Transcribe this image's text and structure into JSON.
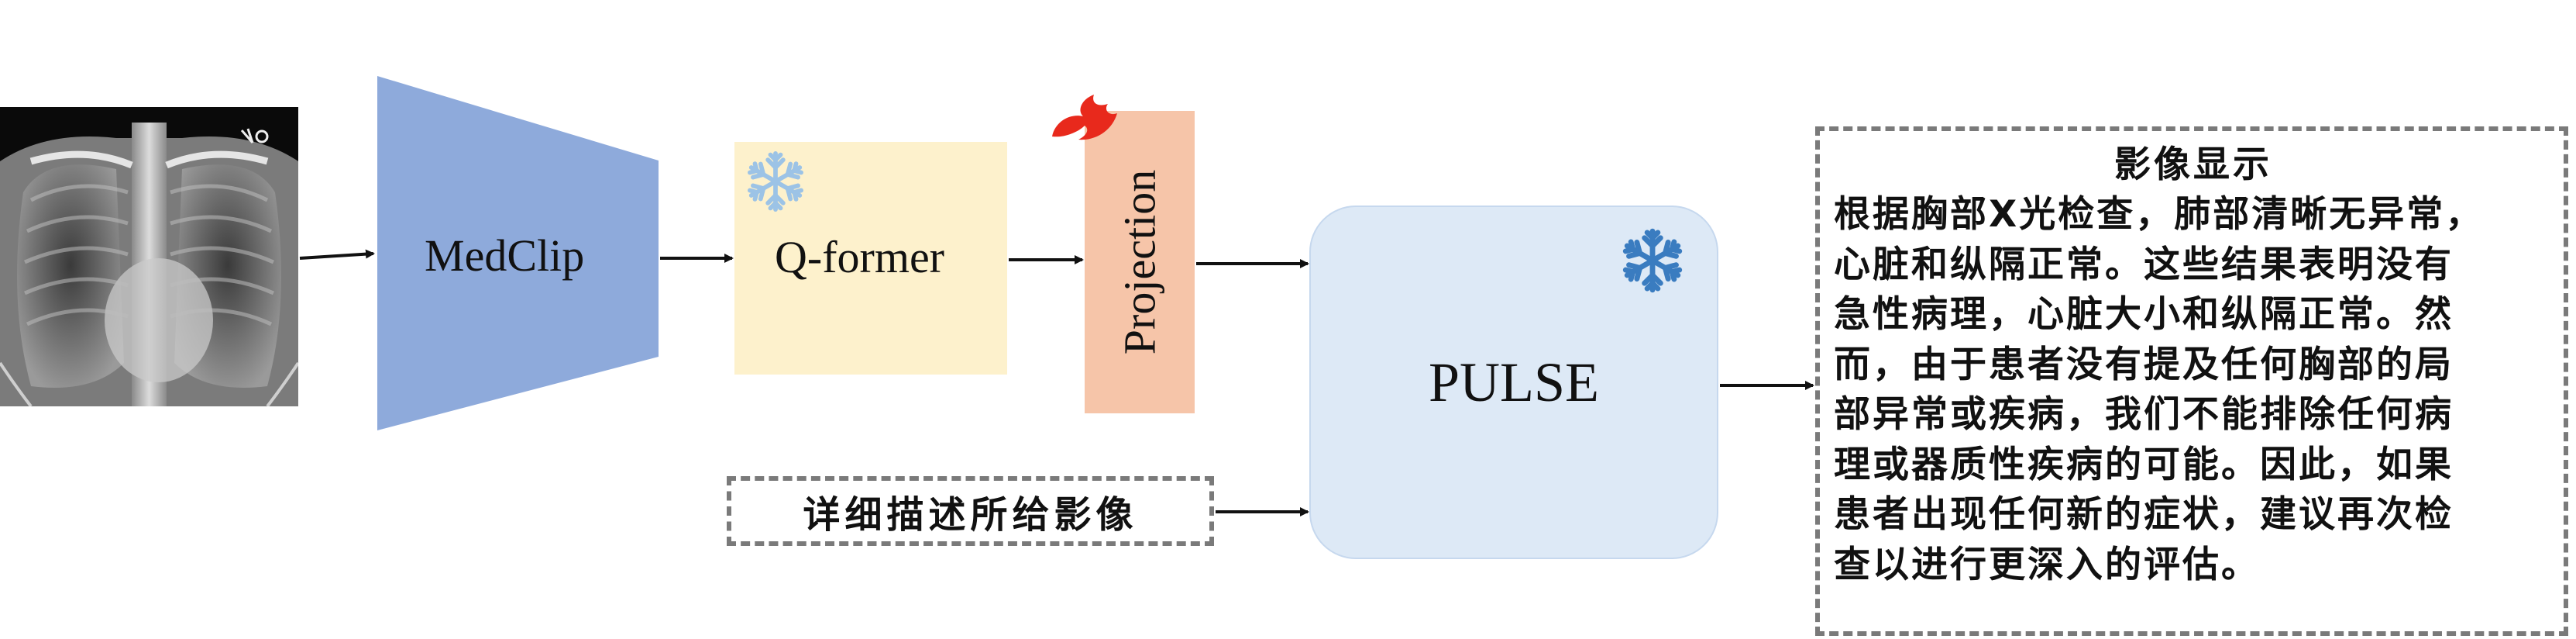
{
  "input_image": {
    "alt": "chest X-ray"
  },
  "encoder": {
    "label": "MedClip",
    "color": "#8eaadb"
  },
  "qformer": {
    "label": "Q-former",
    "frozen_icon": "snowflake-icon"
  },
  "projection": {
    "label": "Projection",
    "trainable_icon": "fire-icon"
  },
  "llm": {
    "label": "PULSE",
    "frozen_icon": "snowflake-icon"
  },
  "prompt": {
    "text": "详细描述所给影像"
  },
  "output": {
    "title": "影像显示",
    "lines": [
      "根据胸部X光检查，肺部清晰无异常，",
      "心脏和纵隔正常。这些结果表明没有",
      "急性病理，心脏大小和纵隔正常。然",
      "而，由于患者没有提及任何胸部的局",
      "部异常或疾病，我们不能排除任何病",
      "理或器质性疾病的可能。因此，如果",
      "患者出现任何新的症状，建议再次检",
      "查以进行更深入的评估。"
    ]
  },
  "colors": {
    "encoder": "#8eaadb",
    "qformer_bg": "#fdf1cc",
    "projection_bg": "#f6c5a9",
    "pulse_bg": "#dde9f6",
    "snowflake": "#3a7cc0",
    "fire": "#e8291c",
    "dashed_border": "#7a7a7a"
  }
}
